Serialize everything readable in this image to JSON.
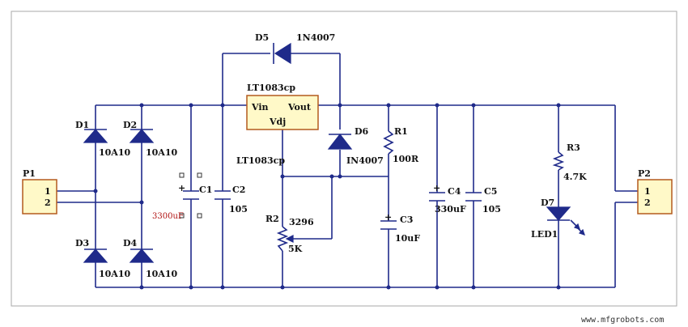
{
  "labels": {
    "d1": "D1",
    "d1_val": "10A10",
    "d2": "D2",
    "d2_val": "10A10",
    "d3": "D3",
    "d3_val": "10A10",
    "d4": "D4",
    "d4_val": "10A10",
    "d5": "D5",
    "d5_val": "1N4007",
    "d6": "D6",
    "d6_val": "IN4007",
    "d7": "D7",
    "led": "LED1",
    "ic_top": "LT1083cp",
    "ic_left": "LT1083cp",
    "vin": "Vin",
    "vout": "Vout",
    "vdj": "Vdj",
    "c1": "C1",
    "c1_val": "3300uF",
    "c2": "C2",
    "c2_val": "105",
    "c3": "C3",
    "c3_val": "10uF",
    "c4": "C4",
    "c4_val": "330uF",
    "c5": "C5",
    "c5_val": "105",
    "r1": "R1",
    "r1_val": "100R",
    "r2": "R2",
    "r2_pkg": "3296",
    "r2_val": "5K",
    "r3": "R3",
    "r3_val": "4.7K",
    "p1": "P1",
    "p1_pin1": "1",
    "p1_pin2": "2",
    "p2": "P2",
    "p2_pin1": "1",
    "p2_pin2": "2",
    "polarity_plus": "+"
  },
  "watermark": "www.mfgrobots.com",
  "colors": {
    "wire": "#1f2a8a",
    "component_fill": "#fff9c8",
    "component_outline": "#b35a1e",
    "frame": "#aaaaaa"
  }
}
